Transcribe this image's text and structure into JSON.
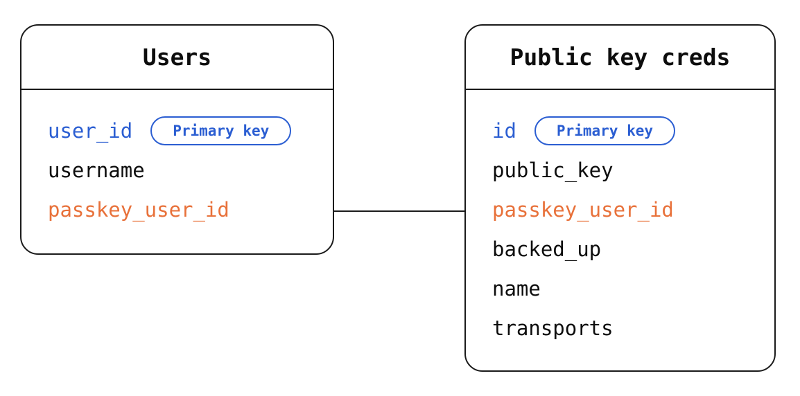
{
  "colors": {
    "primary_blue": "#2b5ed2",
    "foreign_key_orange": "#e8713a",
    "stroke": "#1a1a1a",
    "background": "#ffffff"
  },
  "tables": [
    {
      "title": "Users",
      "fields": [
        {
          "name": "user_id",
          "badge": "Primary key",
          "color": "blue"
        },
        {
          "name": "username",
          "color": "default"
        },
        {
          "name": "passkey_user_id",
          "color": "orange"
        }
      ]
    },
    {
      "title": "Public key creds",
      "fields": [
        {
          "name": "id",
          "badge": "Primary key",
          "color": "blue"
        },
        {
          "name": "public_key",
          "color": "default"
        },
        {
          "name": "passkey_user_id",
          "color": "orange"
        },
        {
          "name": "backed_up",
          "color": "default"
        },
        {
          "name": "name",
          "color": "default"
        },
        {
          "name": "transports",
          "color": "default"
        }
      ]
    }
  ],
  "connector": {
    "from": "Users.passkey_user_id",
    "to": "Public key creds.passkey_user_id"
  }
}
